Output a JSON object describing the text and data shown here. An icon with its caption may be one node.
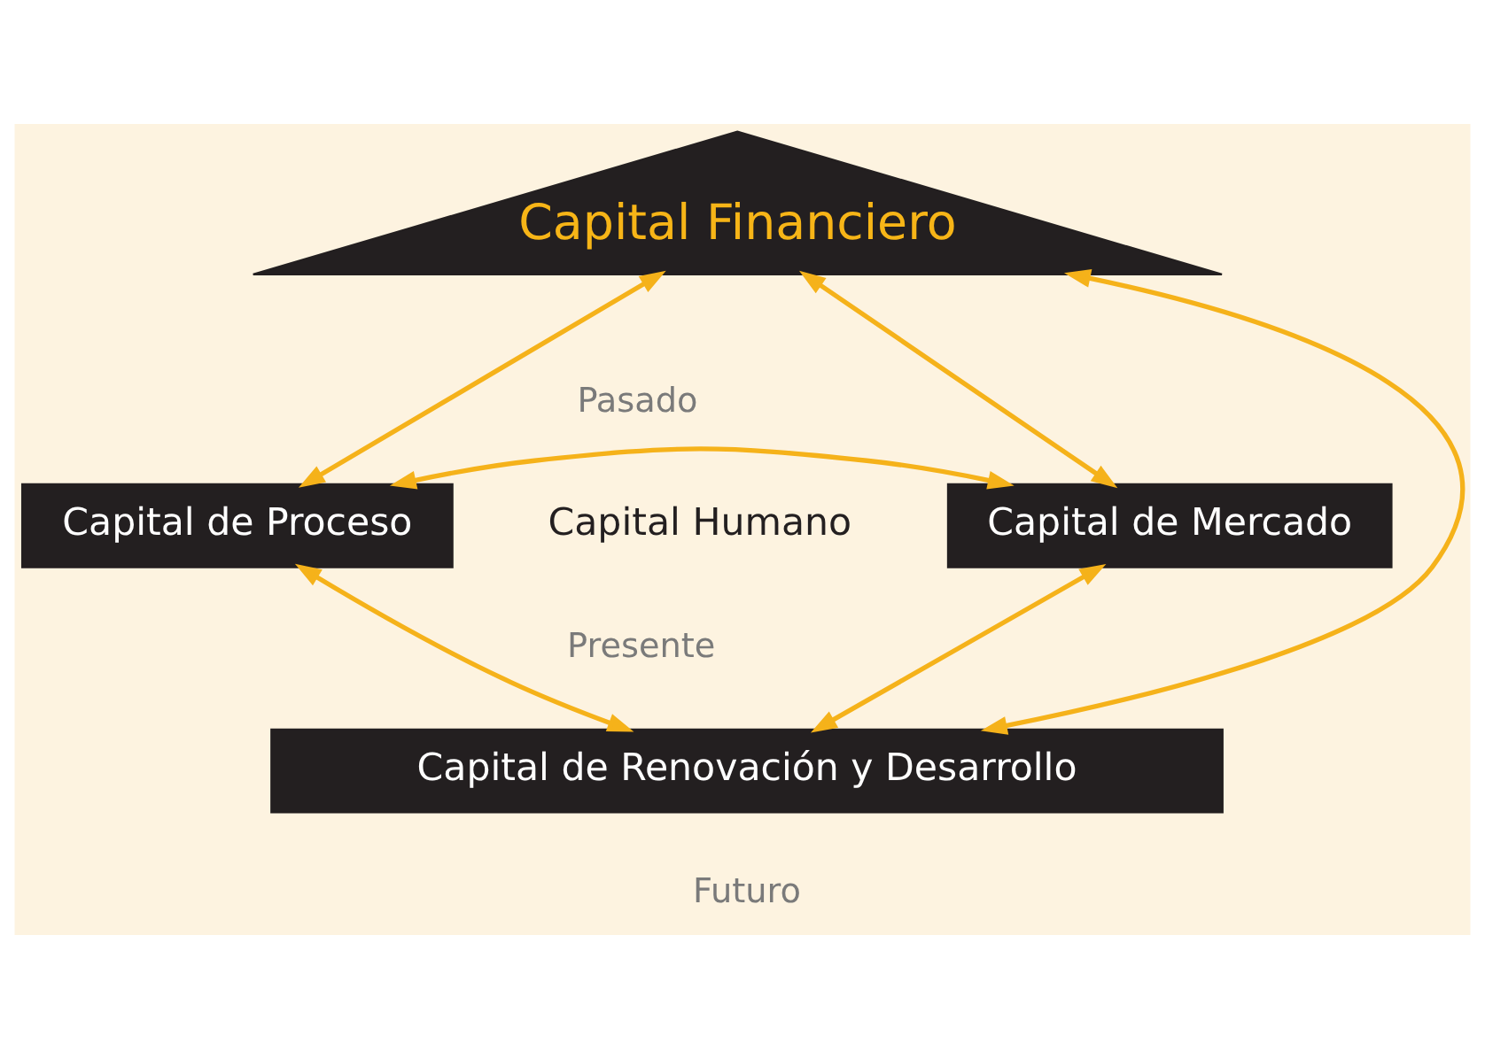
{
  "diagram": {
    "nodes": [
      {
        "text": [
          "Capital Financiero"
        ]
      },
      {
        "text": [
          "Capital de Proceso"
        ]
      },
      {
        "text": [
          "Capital Humano"
        ]
      },
      {
        "text": [
          "Capital de Mercado"
        ]
      },
      {
        "text": [
          "Capital de Renovación y Desarrollo"
        ]
      }
    ],
    "edges": [
      {
        "from": 0,
        "to": 1,
        "arrow": "both"
      },
      {
        "from": 0,
        "to": 3,
        "arrow": "both"
      },
      {
        "from": 1,
        "to": 3,
        "arrow": "both"
      },
      {
        "from": 0,
        "to": 4,
        "arrow": "both"
      },
      {
        "from": 1,
        "to": 4,
        "arrow": "both"
      },
      {
        "from": 3,
        "to": 4,
        "arrow": "both"
      }
    ],
    "labels": [
      "Pasado",
      "Presente",
      "Futuro"
    ]
  }
}
